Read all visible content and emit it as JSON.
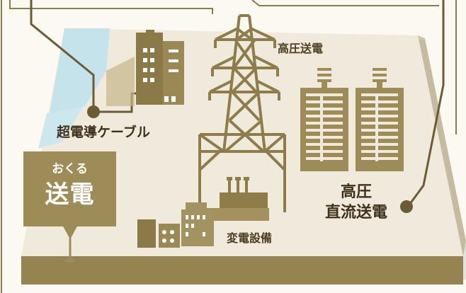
{
  "labels": {
    "high_voltage": "高圧送電",
    "superconducting_cable": "超電導ケーブル",
    "hvdc_line1": "高圧",
    "hvdc_line2": "直流送電",
    "substation": "変電設備"
  },
  "badge": {
    "small": "おくる",
    "big": "送電"
  },
  "colors": {
    "background": "#fbf9f1",
    "platform": "#efeadb",
    "platform_edge": "#958450",
    "accent": "#9e8c58",
    "water": "#bfe1ea",
    "line": "#6b5c33",
    "text": "#4e3f20"
  }
}
